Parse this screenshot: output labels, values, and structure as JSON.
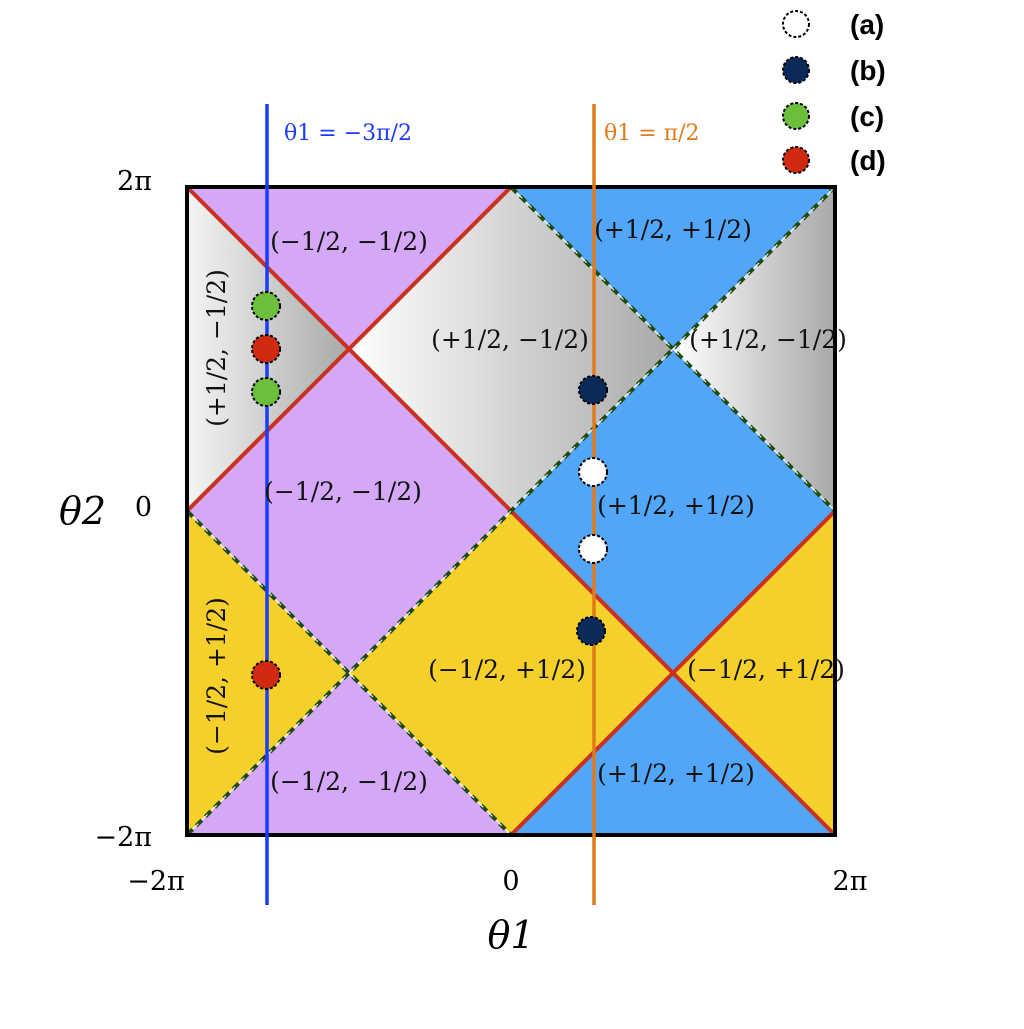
{
  "axes": {
    "x_title": "θ1",
    "y_title": "θ2",
    "x_ticks": [
      "−2π",
      "0",
      "2π"
    ],
    "y_ticks": [
      "2π",
      "0",
      "−2π"
    ]
  },
  "vertical_lines": [
    {
      "label": "θ1 = −3π/2",
      "theta1": "-3π/2",
      "color": "#1a3cff"
    },
    {
      "label": "θ1 = π/2",
      "theta1": "π/2",
      "color": "#e07b1c"
    }
  ],
  "legend": [
    {
      "label": "(a)",
      "fill": "#ffffff"
    },
    {
      "label": "(b)",
      "fill": "#0b2a57"
    },
    {
      "label": "(c)",
      "fill": "#6cbf3a"
    },
    {
      "label": "(d)",
      "fill": "#d12a10"
    }
  ],
  "region_labels": [
    "(−1/2, −1/2)",
    "(+1/2, +1/2)",
    "(+1/2, −1/2)",
    "(+1/2, −1/2)",
    "(+1/2, −1/2)",
    "(−1/2, −1/2)",
    "(+1/2, +1/2)",
    "(−1/2, +1/2)",
    "(−1/2, +1/2)",
    "(−1/2, +1/2)",
    "(−1/2, −1/2)",
    "(+1/2, +1/2)"
  ],
  "colors": {
    "violet": "#d4a8f7",
    "blue": "#52a6f8",
    "yellow": "#f6d02a",
    "gray_light": "#f4f4f4",
    "gray_dark": "#a9a9a9",
    "solid_boundary": "#c8321e",
    "dashed_boundary": "#1f4a12"
  }
}
